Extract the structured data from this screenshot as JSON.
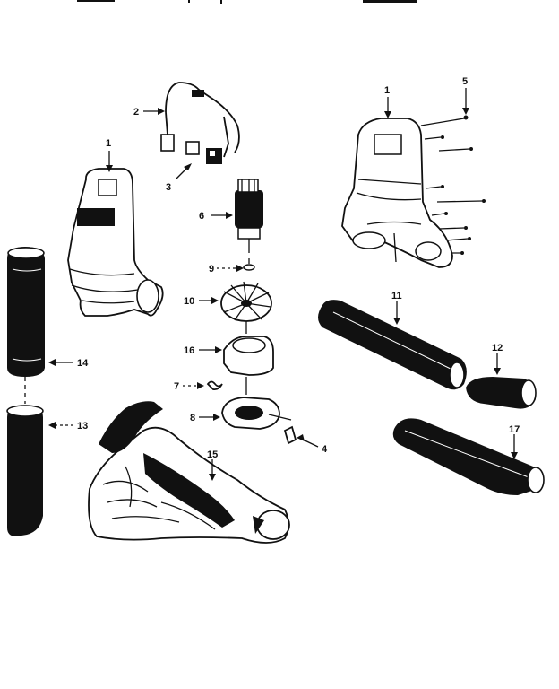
{
  "diagram": {
    "labels": {
      "housing_left": "1",
      "cord": "2",
      "switch": "3",
      "clip": "4",
      "screw": "5",
      "motor": "6",
      "spring": "7",
      "impeller_cover": "8",
      "washer": "9",
      "impeller": "10",
      "blower_tube": "11",
      "nozzle": "12",
      "lower_tube": "13",
      "upper_tube": "14",
      "housing_right": "1",
      "bag": "15",
      "adapter": "16",
      "concentrator": "17"
    },
    "colors": {
      "ink": "#111111",
      "paper": "#ffffff"
    }
  }
}
